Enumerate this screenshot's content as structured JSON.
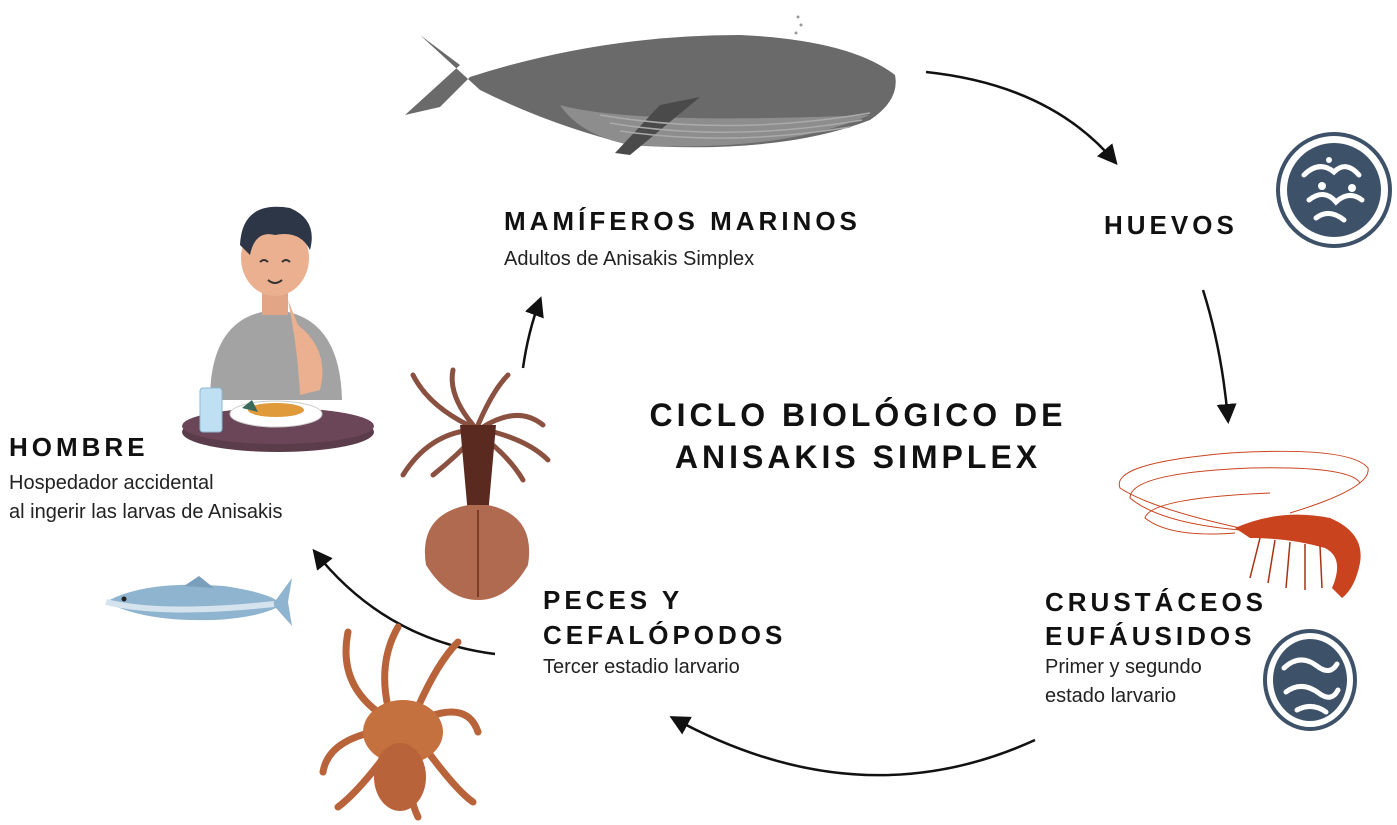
{
  "center": {
    "line1": "CICLO BIOLÓGICO DE",
    "line2": "ANISAKIS SIMPLEX"
  },
  "stages": {
    "mammals": {
      "title": "MAMÍFEROS MARINOS",
      "subtitle": "Adultos de Anisakis Simplex",
      "icon": "whale-illustration"
    },
    "eggs": {
      "title": "HUEVOS",
      "icon": "egg-larva-icon"
    },
    "crustaceans": {
      "title_line1": "CRUSTÁCEOS",
      "title_line2": "EUFÁUSIDOS",
      "subtitle_line1": "Primer y segundo",
      "subtitle_line2": "estado larvario",
      "icon": "shrimp-illustration"
    },
    "fish": {
      "title_line1": "PECES Y",
      "title_line2": "CEFALÓPODOS",
      "subtitle": "Tercer estadio larvario",
      "icons": [
        "squid-illustration",
        "octopus-illustration",
        "salmon-illustration"
      ]
    },
    "human": {
      "title": "HOMBRE",
      "subtitle_line1": "Hospedador accidental",
      "subtitle_line2": "al ingerir las larvas de Anisakis",
      "icon": "man-eating-illustration"
    }
  },
  "colors": {
    "egg_ring": "#3d5168",
    "whale": "#5a5a5a",
    "shrimp": "#c8431e",
    "squid": "#7a3d2a",
    "octopus": "#b9633a",
    "table": "#5b3c4a",
    "shirt": "#a3a3a3"
  }
}
